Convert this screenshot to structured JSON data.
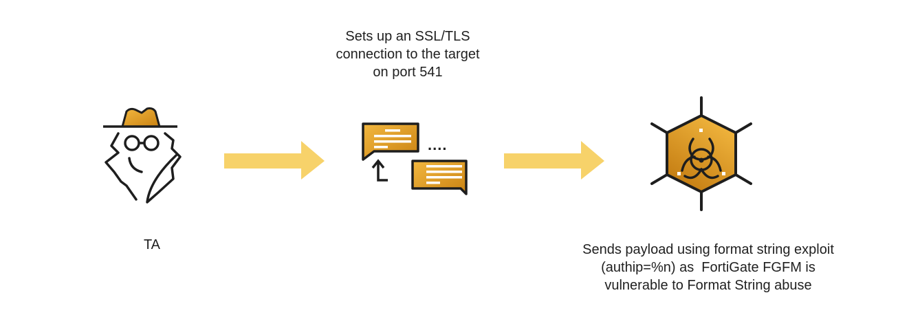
{
  "diagram": {
    "title_top": [
      "Sets up an SSL/TLS",
      "connection to the target",
      "on port 541"
    ],
    "actor_label": "TA",
    "bottom_caption": [
      "Sends payload using format string exploit",
      "(authip=%n) as  FortiGate FGFM is",
      "vulnerable to Format String abuse"
    ],
    "nodes": [
      {
        "id": "threat-actor",
        "icon": "spy-icon"
      },
      {
        "id": "ssl-connection",
        "icon": "chat-exchange-icon",
        "dots": "...."
      },
      {
        "id": "payload",
        "icon": "biohazard-hexagon-icon"
      }
    ],
    "colors": {
      "arrow": "#f7d26a",
      "accent_light": "#f0b23a",
      "accent_dark": "#c98212",
      "stroke": "#1e1e1e"
    }
  }
}
